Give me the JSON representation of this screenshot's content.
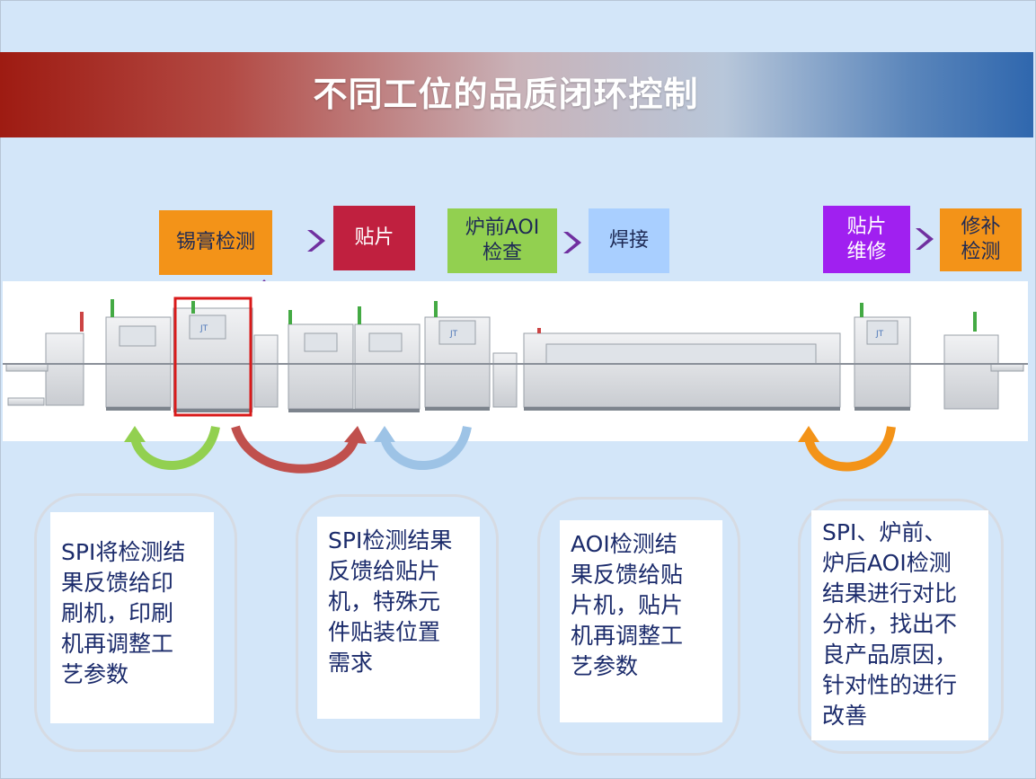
{
  "title": "不同工位的品质闭环控制",
  "stations": [
    {
      "label": "锡膏检测",
      "color": "#f39318"
    },
    {
      "label": "贴片",
      "color": "#c0203f"
    },
    {
      "label": "炉前AOI\n检查",
      "color": "#92d050"
    },
    {
      "label": "焊接",
      "color": "#a9cfff"
    },
    {
      "label": "贴片\n维修",
      "color": "#a020f0"
    },
    {
      "label": "修补\n检测",
      "color": "#f39318"
    }
  ],
  "arrows": {
    "color": "#7030a0"
  },
  "machine_labels": [
    "JT",
    "JT",
    "JT"
  ],
  "feedback_arrow_colors": [
    "#92d050",
    "#c0504d",
    "#9dc3e6",
    "#f39318"
  ],
  "notes": [
    {
      "text": "SPI将检测结\n果反馈给印\n刷机，印刷\n机再调整工\n艺参数"
    },
    {
      "text": "SPI检测结果\n反馈给贴片\n机，特殊元\n件贴装位置\n需求"
    },
    {
      "text": "AOI检测结\n果反馈给贴\n片机，贴片\n机再调整工\n艺参数"
    },
    {
      "text": "SPI、炉前、\n炉后AOI检测\n结果进行对比\n分析，找出不\n良产品原因，\n针对性的进行\n改善"
    }
  ]
}
